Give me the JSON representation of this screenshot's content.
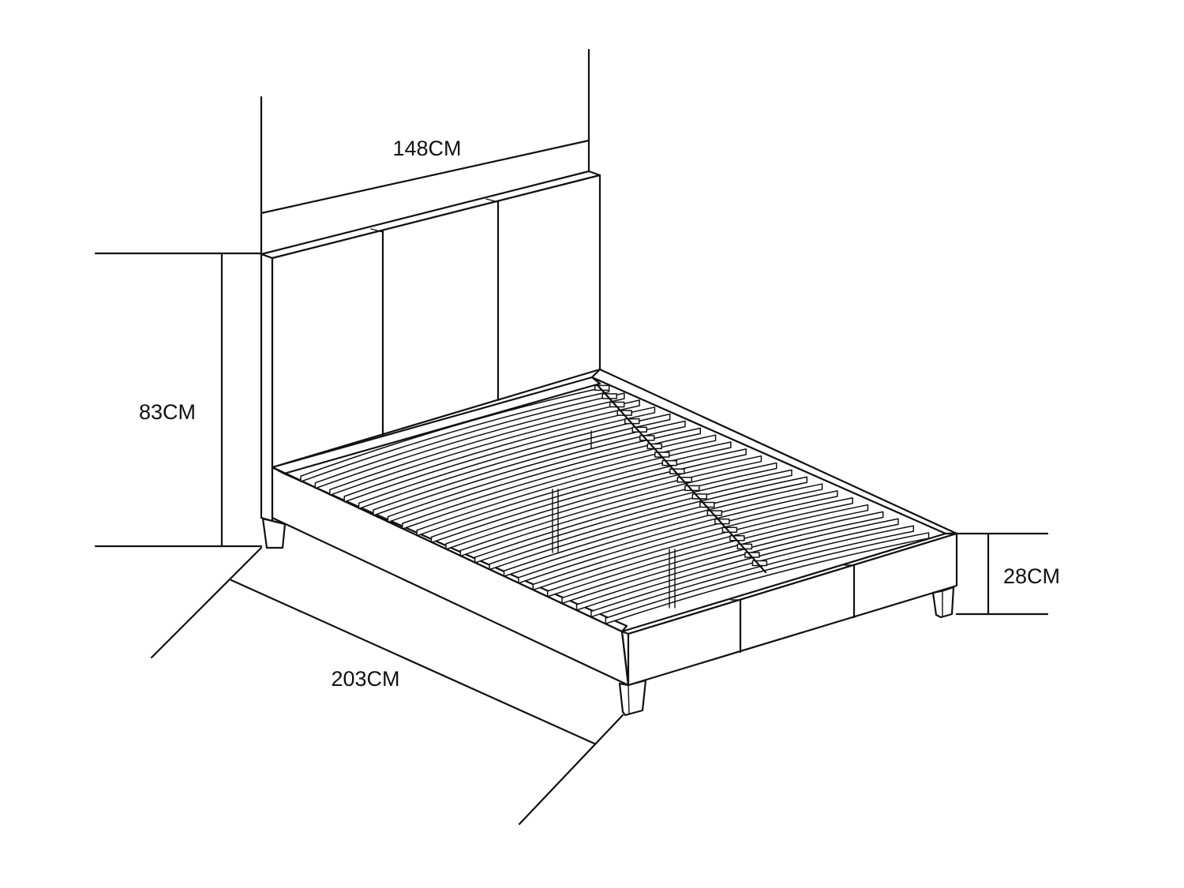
{
  "dimensions": {
    "width": "148CM",
    "height": "83CM",
    "length": "203CM",
    "frame_height": "28CM"
  },
  "slat_count": 22,
  "colors": {
    "line": "#111111",
    "background": "#ffffff"
  }
}
